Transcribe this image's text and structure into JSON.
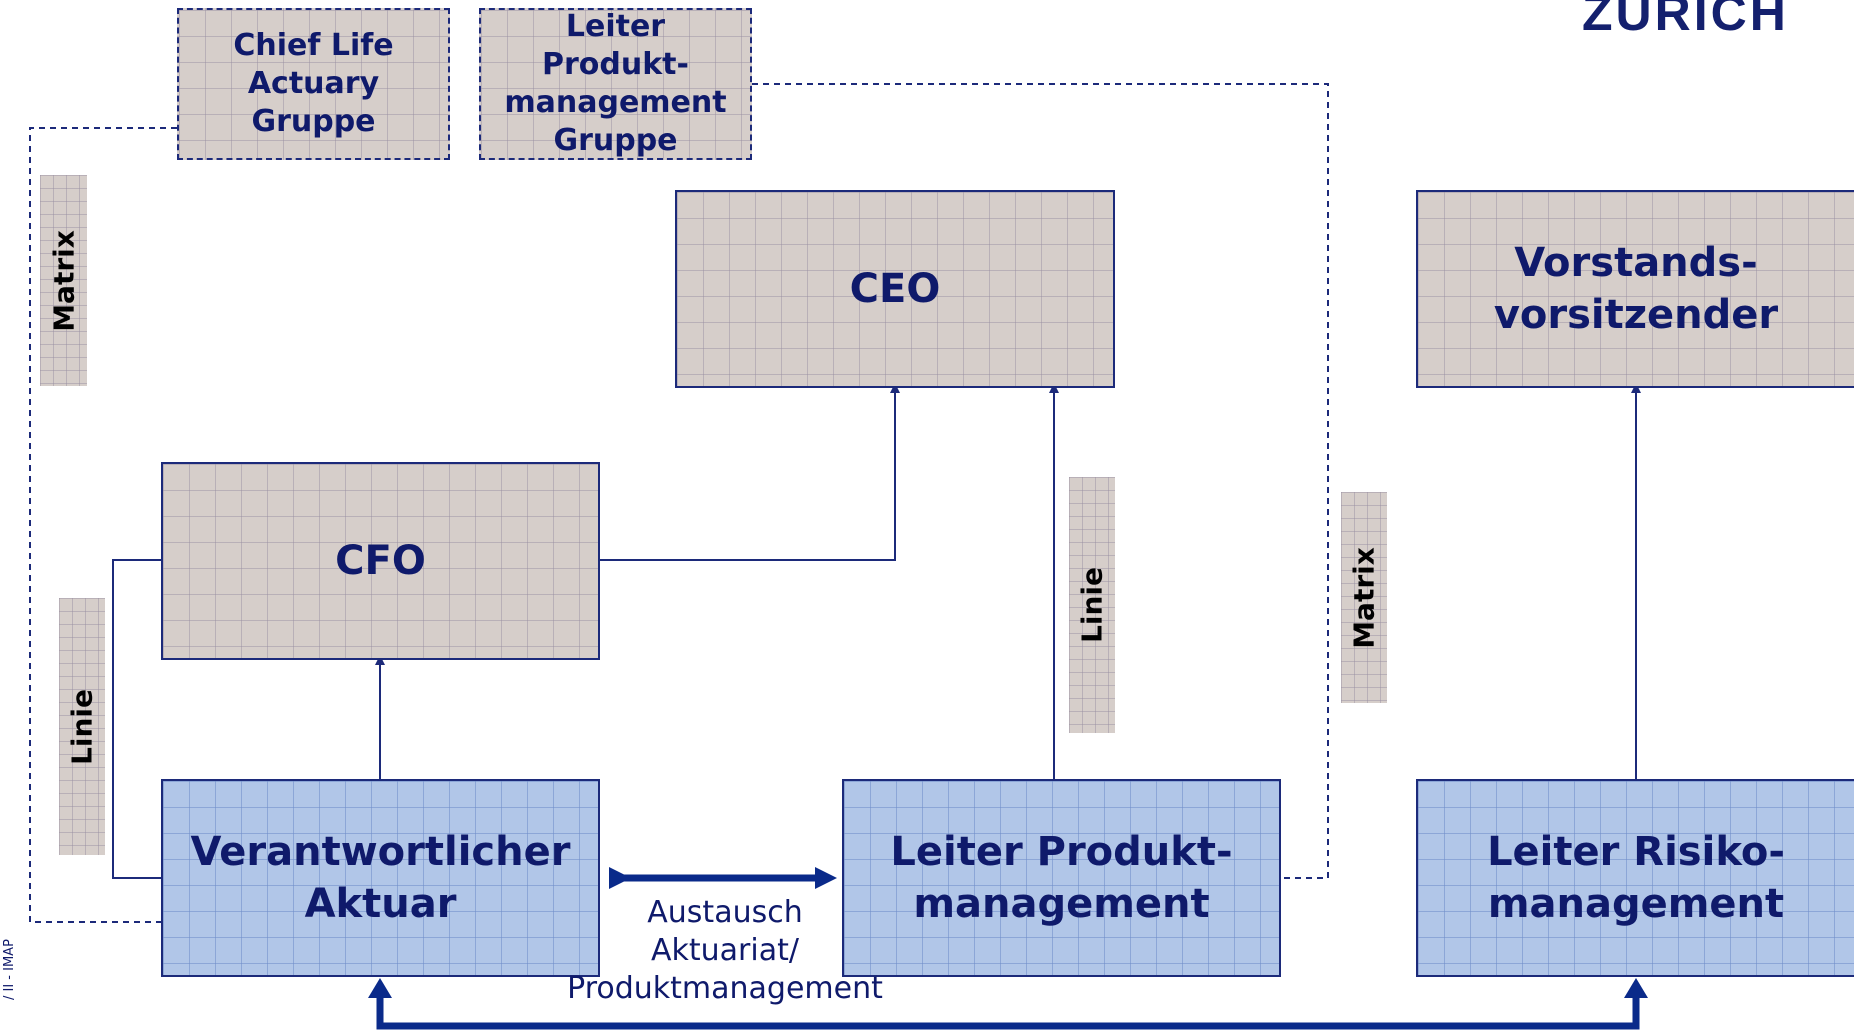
{
  "logo": "ZURICH",
  "nodes": {
    "chief_life_actuary": "Chief Life\nActuary\nGruppe",
    "leiter_pm_gruppe": "Leiter\nProdukt-\nmanagement\nGruppe",
    "ceo": "CEO",
    "vorstandsvorsitzender": "Vorstands-\nvorsitzender",
    "cfo": "CFO",
    "verantwortlicher_aktuar": "Verantwortlicher\nAktuar",
    "leiter_produktmanagement": "Leiter Produkt-\nmanagement",
    "leiter_risikomanagement": "Leiter Risiko-\nmanagement"
  },
  "labels": {
    "matrix_left": "Matrix",
    "linie_left": "Linie",
    "linie_center": "Linie",
    "matrix_right": "Matrix"
  },
  "exchange_label": "Austausch\nAktuariat/\nProduktmanagement",
  "footer_text": "/ II - IMAP",
  "colors": {
    "gray_box": "#d6ceca",
    "blue_box": "#b1c6e8",
    "text_navy": "#0f1a6b",
    "line": "#1c2a7a",
    "arrow_thick": "#0a2a8a"
  }
}
